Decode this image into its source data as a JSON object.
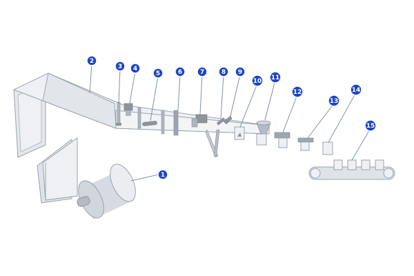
{
  "diagram": {
    "colors": {
      "marker_fill": "#1a46c8",
      "marker_stroke": "#ffffff",
      "leader_line": "#7e8fa8",
      "film_light": "#eef0f3",
      "film_mid": "#dfe3e8",
      "film_dark": "#c9ced6",
      "outline": "#9aa3ae",
      "part_dark": "#8d949c"
    },
    "callouts": [
      {
        "id": "1",
        "label": "1"
      },
      {
        "id": "2",
        "label": "2"
      },
      {
        "id": "3",
        "label": "3"
      },
      {
        "id": "4",
        "label": "4"
      },
      {
        "id": "5",
        "label": "5"
      },
      {
        "id": "6",
        "label": "6"
      },
      {
        "id": "7",
        "label": "7"
      },
      {
        "id": "8",
        "label": "8"
      },
      {
        "id": "9",
        "label": "9"
      },
      {
        "id": "10",
        "label": "10"
      },
      {
        "id": "11",
        "label": "11"
      },
      {
        "id": "12",
        "label": "12"
      },
      {
        "id": "13",
        "label": "13"
      },
      {
        "id": "14",
        "label": "14"
      },
      {
        "id": "15",
        "label": "15"
      }
    ]
  }
}
